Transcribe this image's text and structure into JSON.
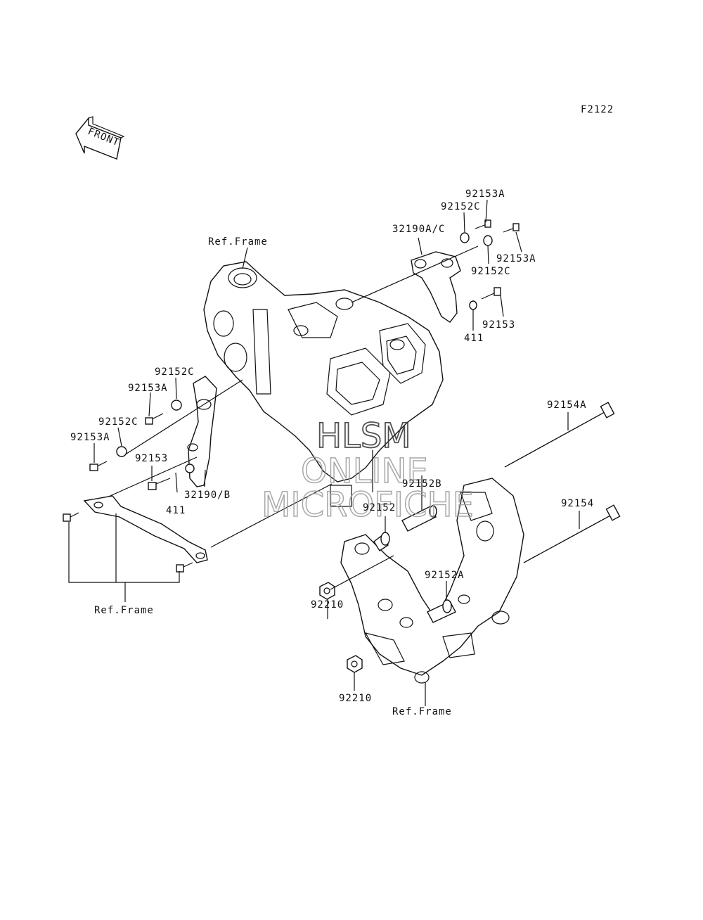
{
  "figure_code": "F2122",
  "front_label": "FRONT",
  "watermark": {
    "line1": "HLSM",
    "line2": "ONLINE",
    "line3": "MICROFICHE"
  },
  "labels": {
    "top_92153A": "92153A",
    "top_92152C": "92152C",
    "top_32190AC": "32190A/C",
    "top_92153A_2": "92153A",
    "top_92152C_2": "92152C",
    "top_92153": "92153",
    "top_411": "411",
    "ref_frame_top": "Ref.Frame",
    "left_92152C": "92152C",
    "left_92153A": "92153A",
    "left_92152C_2": "92152C",
    "left_92153A_2": "92153A",
    "left_92153": "92153",
    "left_411": "411",
    "left_32190B": "32190/B",
    "ref_frame_left": "Ref.Frame",
    "r_92154A": "92154A",
    "r_92154": "92154",
    "r_92152B": "92152B",
    "r_92152": "92152",
    "r_92152A": "92152A",
    "r_92210": "92210",
    "r_92210_2": "92210",
    "ref_frame_bottom": "Ref.Frame"
  }
}
